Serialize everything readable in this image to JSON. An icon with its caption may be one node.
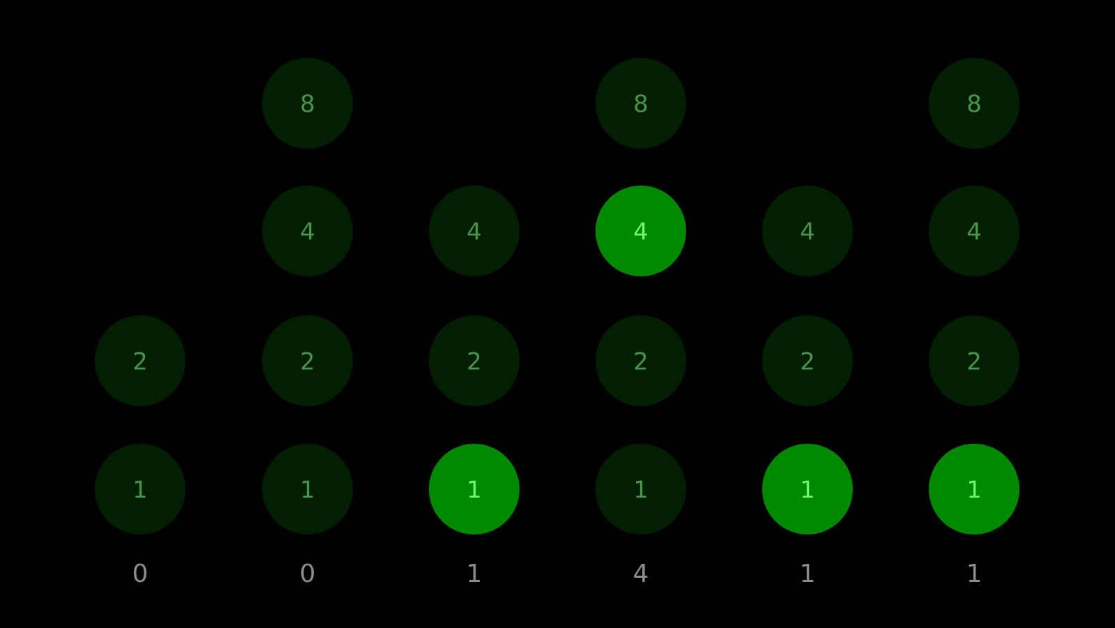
{
  "diagram": {
    "nodes": [
      {
        "text": [
          "8"
        ]
      },
      {
        "text": [
          "8"
        ]
      },
      {
        "text": [
          "8"
        ]
      },
      {
        "text": [
          "4"
        ]
      },
      {
        "text": [
          "4"
        ]
      },
      {
        "text": [
          "4"
        ]
      },
      {
        "text": [
          "4"
        ]
      },
      {
        "text": [
          "4"
        ]
      },
      {
        "text": [
          "2"
        ]
      },
      {
        "text": [
          "2"
        ]
      },
      {
        "text": [
          "2"
        ]
      },
      {
        "text": [
          "2"
        ]
      },
      {
        "text": [
          "2"
        ]
      },
      {
        "text": [
          "2"
        ]
      },
      {
        "text": [
          "1"
        ]
      },
      {
        "text": [
          "1"
        ]
      },
      {
        "text": [
          "1"
        ]
      },
      {
        "text": [
          "1"
        ]
      },
      {
        "text": [
          "1"
        ]
      },
      {
        "text": [
          "1"
        ]
      }
    ],
    "labels": [
      "0",
      "0",
      "1",
      "4",
      "1",
      "1"
    ]
  }
}
